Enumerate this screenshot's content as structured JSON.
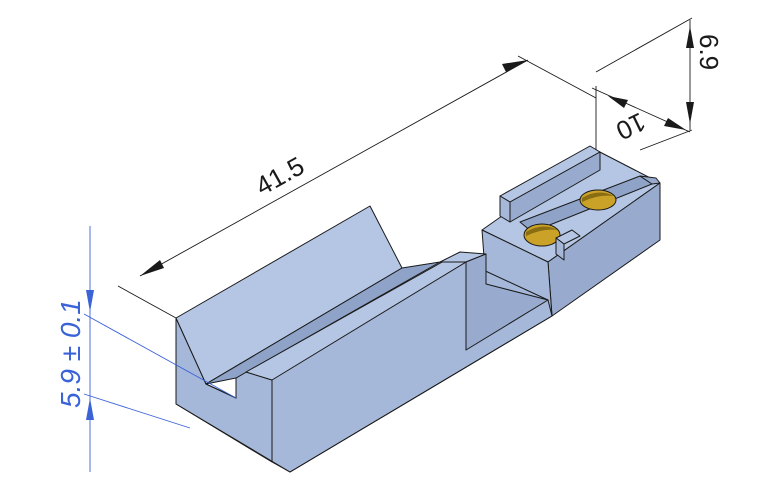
{
  "dimensions": {
    "length": "41.5",
    "width": "10",
    "height": "6.9",
    "tolerance": "5.9 ± 0.1"
  },
  "colors": {
    "part_top": "#b5c6e4",
    "part_front": "#a6b8d9",
    "part_side": "#98abcf",
    "hole_fill": "#c9a227",
    "dimension": "#1a1a1a",
    "tolerance_dimension": "#3b63d8"
  }
}
